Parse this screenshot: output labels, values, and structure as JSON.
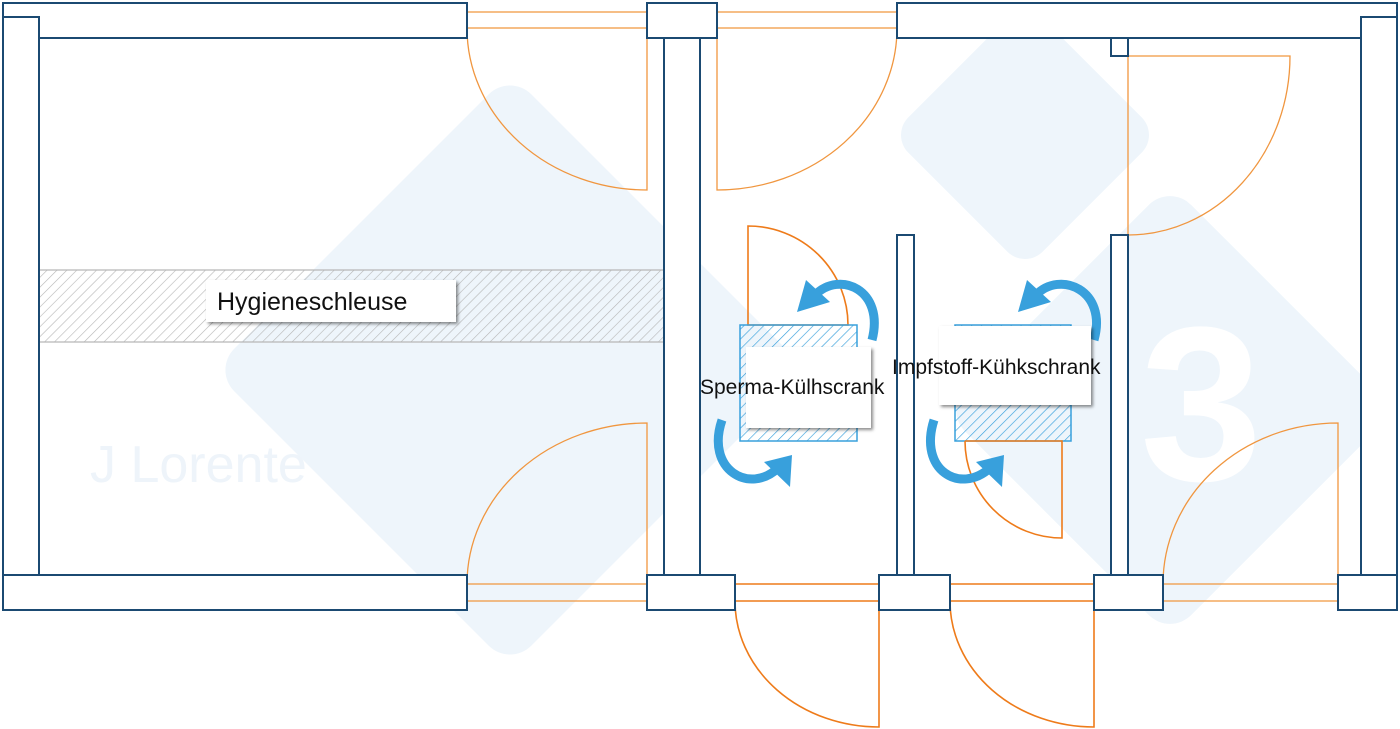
{
  "colors": {
    "wall": "#1b4a72",
    "door": "#f0963f",
    "arrow": "#38a0dc",
    "hatch_blue": "#38a0dc",
    "hatch_grey": "#b0b0b0",
    "watermark": "#eef5fb"
  },
  "labels": {
    "hygiene_lock": "Hygieneschleuse",
    "semen_fridge": "Sperma-Külhscrank",
    "vaccine_fridge": "Impfstoff-Kühkschrank"
  },
  "watermark": {
    "author": "J Lorente",
    "logo": "3"
  }
}
